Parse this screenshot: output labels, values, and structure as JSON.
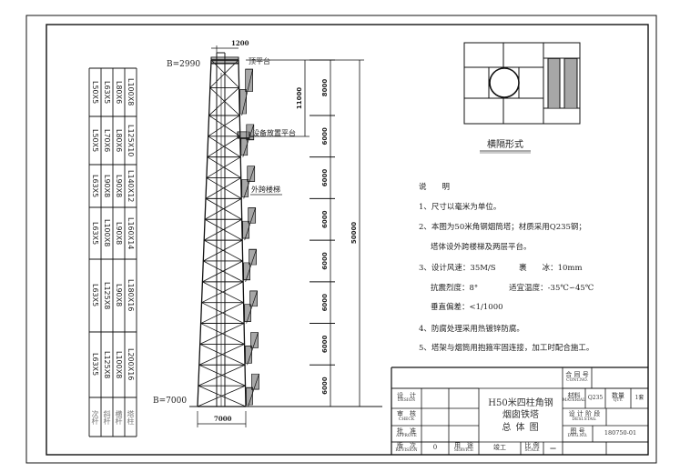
{
  "member_table": {
    "headers": [
      "次杆",
      "斜杆",
      "横杆",
      "塔柱"
    ],
    "segments": [
      [
        "L50X5",
        "L63X5",
        "L80X6",
        "L100X8"
      ],
      [
        "L50X5",
        "L70X6",
        "L80X6",
        "L125X10"
      ],
      [
        "L63X5",
        "L90X8",
        "L90X8",
        "L140X12"
      ],
      [
        "L63X5",
        "L100X8",
        "L90X8",
        "L160X14"
      ],
      [
        "L63X5",
        "L125X8",
        "L90X8",
        "L180X16"
      ],
      [
        "L63X5",
        "L125X8",
        "L100X8",
        "L200X16"
      ]
    ]
  },
  "elevation": {
    "top_width_label": "B=2990",
    "base_width_label": "B=7000",
    "chimney_dim": "1200",
    "base_dim": "7000",
    "top_platform": "顶平台",
    "equipment_platform": "设备放置平台",
    "stair": "外跨楼梯",
    "platform_height_dim": "11000",
    "segment_dims": [
      "8000",
      "6000",
      "6000",
      "6000",
      "6000",
      "6000",
      "6000",
      "6000"
    ],
    "total_height_dim": "50000"
  },
  "plan_view": {
    "title": "横隔形式"
  },
  "notes": {
    "title": "说　　明",
    "lines": [
      "1、尺寸以毫米为单位。",
      "2、本图为50米角钢烟筒塔；材质采用Q235钢；",
      "塔体设外跨楼梯及两层平台。",
      "3、设计风速：35M/S　　　裹　　冰：10mm",
      "抗震烈度：8°　　　　适宜温度：-35℃∽45℃",
      "垂直偏差：<1/1000",
      "4、防腐处理采用热镀锌防腐。",
      "5、塔架与烟筒用抱箍牢固连接，加工时配合施工。"
    ]
  },
  "title_block": {
    "contract_no": {
      "cn": "合 同 号",
      "en": "CONT.NO."
    },
    "design": {
      "cn": "设　计",
      "en": "DESIGN"
    },
    "check": {
      "cn": "审　核",
      "en": "CHECK"
    },
    "approve": {
      "cn": "批　准",
      "en": "APPROVE"
    },
    "revision": {
      "cn": "版　次",
      "en": "REVISION"
    },
    "revision_value": "0",
    "service": {
      "cn": "用　途",
      "en": "SERVICE"
    },
    "service_value": "竣工",
    "scale": {
      "cn": "比 例",
      "en": "SCALE"
    },
    "scale_value": "—",
    "title_lines": [
      "H50米四柱角钢",
      "烟囱铁塔",
      "总 体 图"
    ],
    "material": {
      "cn": "材料",
      "en": "MATERIAL"
    },
    "material_value": "Q235",
    "quantity": {
      "cn": "数量",
      "en": "QTY."
    },
    "quantity_value": "1套",
    "design_stage": {
      "cn": "设 计 阶 段",
      "en": "DESI.STAG."
    },
    "drawing_no": {
      "cn": "图 号",
      "en": "DWG.NO."
    },
    "drawing_no_value": "180750-01"
  }
}
